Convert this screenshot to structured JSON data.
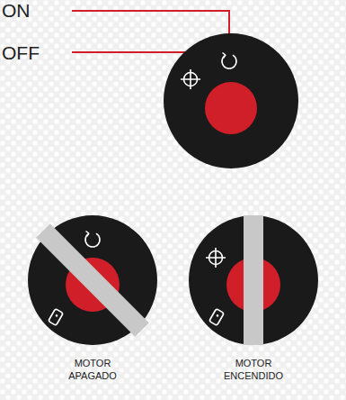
{
  "diagram": {
    "labels": [
      "ON",
      "OFF",
      "MOTOR APAGADO",
      "MOTOR ENCENDIDO"
    ]
  }
}
